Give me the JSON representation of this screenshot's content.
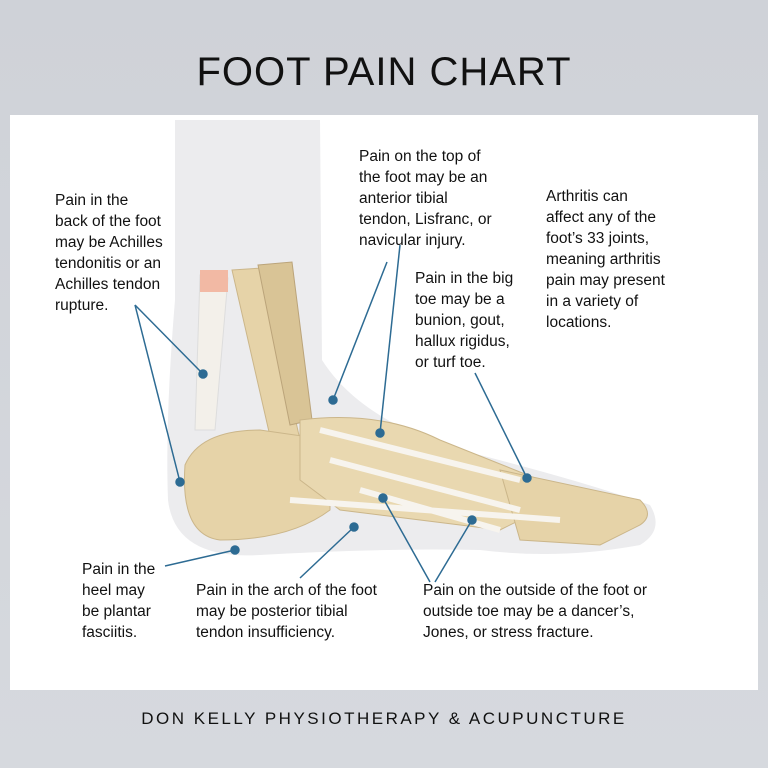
{
  "title": "FOOT PAIN CHART",
  "footer": "DON KELLY PHYSIOTHERAPY & ACUPUNCTURE",
  "notes": {
    "achilles": "Pain in the\nback of the foot\nmay be Achilles\ntendonitis or an\nAchilles tendon\nrupture.",
    "top": "Pain on the top of\nthe foot may be an\nanterior tibial\ntendon, Lisfranc, or\nnavicular injury.",
    "arthritis": "Arthritis can\naffect any of the\nfoot’s 33 joints,\nmeaning arthritis\npain may present\nin a variety of\nlocations.",
    "big_toe": "Pain in the big\ntoe may be a\nbunion, gout,\nhallux rigidus,\nor turf toe.",
    "heel": "Pain in the\nheel may\nbe plantar\nfasciitis.",
    "arch": "Pain in the arch of the foot\nmay be posterior tibial\ntendon insufficiency.",
    "outside": "Pain on the outside of the foot or\noutside toe may be a dancer’s,\nJones, or stress fracture."
  },
  "colors": {
    "pointer": "#2d6b93",
    "bone": "#e6d3a8",
    "skin": "#ececee",
    "background": "#d2d5db"
  }
}
